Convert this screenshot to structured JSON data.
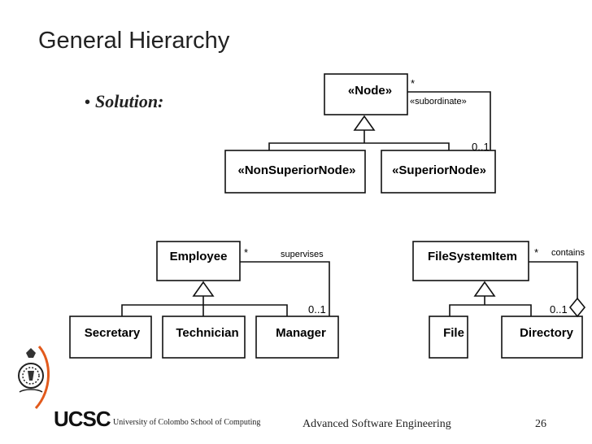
{
  "slide": {
    "title": "General Hierarchy",
    "bullet": "Solution:"
  },
  "top_diagram": {
    "node": "«Node»",
    "non_superior": "«NonSuperiorNode»",
    "superior": "«SuperiorNode»",
    "mult_many": "*",
    "mult_one": "0..1",
    "association": "«subordinate»"
  },
  "employee_diagram": {
    "employee": "Employee",
    "secretary": "Secretary",
    "technician": "Technician",
    "manager": "Manager",
    "mult_many": "*",
    "mult_one": "0..1",
    "association": "supervises"
  },
  "filesystem_diagram": {
    "item": "FileSystemItem",
    "file": "File",
    "directory": "Directory",
    "mult_many": "*",
    "mult_one": "0..1",
    "association": "contains"
  },
  "footer": {
    "logo_text": "UCSC",
    "org": "University of Colombo School of Computing",
    "course": "Advanced Software Engineering",
    "page": "26"
  }
}
